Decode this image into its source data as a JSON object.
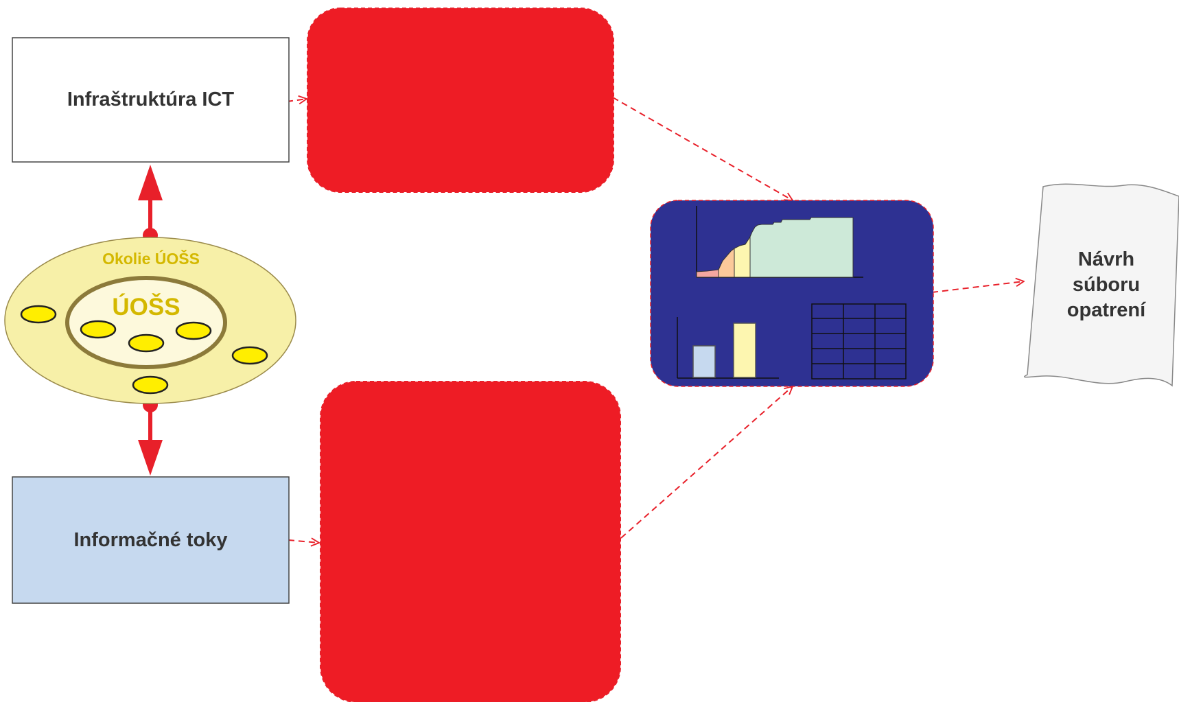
{
  "diagram": {
    "infrastructure_box": {
      "label": "Infraštruktúra ICT",
      "fill": "#ffffff"
    },
    "information_flows_box": {
      "label": "Informačné toky",
      "fill": "#c6d9ef"
    },
    "environment": {
      "outer_label": "Okolie ÚOŠS",
      "inner_label": "ÚOŠS",
      "label_color": "#d4b800",
      "outer_fill": "#f7f0a8",
      "inner_fill": "#fdf9dc",
      "ring_color": "#8c7a3a",
      "node_fill": "#ffee00"
    },
    "proposal_document": {
      "label": "Návrh súboru opatrení"
    },
    "colors": {
      "red_block": "#ee1c25",
      "arrow_red": "#e8202a",
      "analysis_panel": "#2e3192",
      "chart_steps": [
        "#f4a7a0",
        "#fbc99a",
        "#fdf6b0",
        "#cde9d8"
      ],
      "bar_colors": [
        "#c6d9ef",
        "#fdf6b0"
      ]
    }
  }
}
